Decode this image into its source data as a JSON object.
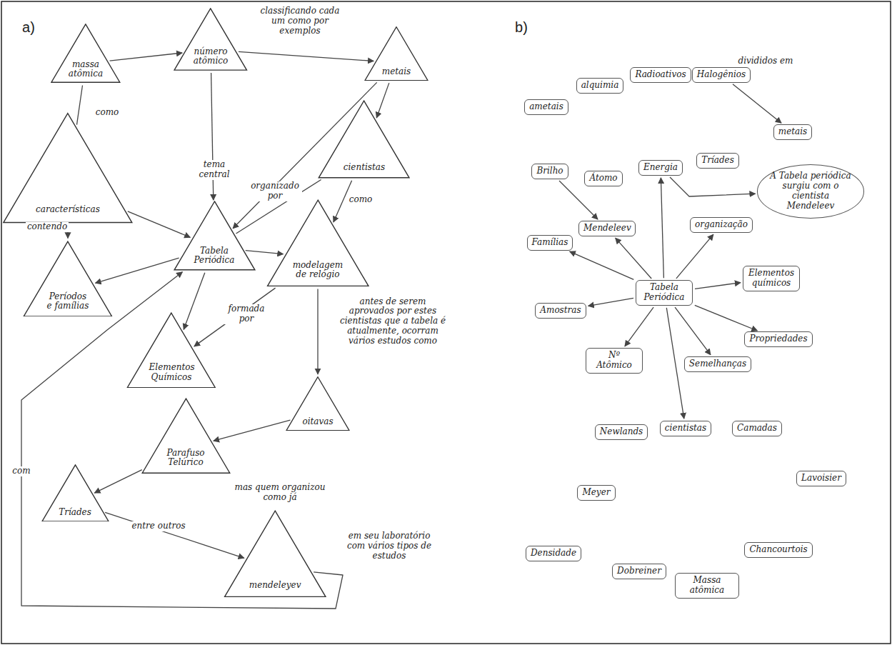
{
  "diagram": {
    "nodes": [
      {
        "text": [
          "massa atômica"
        ]
      },
      {
        "text": [
          "número atômico"
        ]
      },
      {
        "text": [
          "metais"
        ]
      },
      {
        "text": [
          "características"
        ]
      },
      {
        "text": [
          "cientistas"
        ]
      },
      {
        "text": [
          "Tabela Periódica"
        ]
      },
      {
        "text": [
          "Períodos e famílias"
        ]
      },
      {
        "text": [
          "modelagem de relógio"
        ]
      },
      {
        "text": [
          "Elementos Químicos"
        ]
      },
      {
        "text": [
          "Parafuso Telúrico"
        ]
      },
      {
        "text": [
          "oitavas"
        ]
      },
      {
        "text": [
          "Tríades"
        ]
      },
      {
        "text": [
          "mendeleyev"
        ]
      },
      {
        "text": [
          "ametais"
        ]
      },
      {
        "text": [
          "alquimia"
        ]
      },
      {
        "text": [
          "Radioativos"
        ]
      },
      {
        "text": [
          "Halogênios"
        ]
      },
      {
        "text": [
          "metais"
        ]
      },
      {
        "text": [
          "Brilho"
        ]
      },
      {
        "text": [
          "Átomo"
        ]
      },
      {
        "text": [
          "Energia"
        ]
      },
      {
        "text": [
          "Tríades"
        ]
      },
      {
        "text": [
          "A Tabela periódica surgiu com o cientista Mendeleev"
        ]
      },
      {
        "text": [
          "Famílias"
        ]
      },
      {
        "text": [
          "Mendeleev"
        ]
      },
      {
        "text": [
          "organização"
        ]
      },
      {
        "text": [
          "Elementos químicos"
        ]
      },
      {
        "text": [
          "Amostras"
        ]
      },
      {
        "text": [
          "Tabela Periódica"
        ]
      },
      {
        "text": [
          "Propriedades"
        ]
      },
      {
        "text": [
          "Nº Atômico"
        ]
      },
      {
        "text": [
          "Semelhanças"
        ]
      },
      {
        "text": [
          "Newlands"
        ]
      },
      {
        "text": [
          "cientistas"
        ]
      },
      {
        "text": [
          "Camadas"
        ]
      },
      {
        "text": [
          "Lavoisier"
        ]
      },
      {
        "text": [
          "Meyer"
        ]
      },
      {
        "text": [
          "Densidade"
        ]
      },
      {
        "text": [
          "Dobreiner"
        ]
      },
      {
        "text": [
          "Massa atômica"
        ]
      },
      {
        "text": [
          "Chancourtois"
        ]
      }
    ],
    "edges": [
      {
        "from": 0,
        "to": 1,
        "arrow": "to"
      },
      {
        "from": 1,
        "to": 2,
        "label": "classificando cada um como por exemplos",
        "arrow": "to"
      },
      {
        "from": 1,
        "to": 5,
        "label": "tema central",
        "arrow": "to"
      },
      {
        "from": 2,
        "to": 5,
        "arrow": "to"
      },
      {
        "from": 3,
        "to": 0,
        "label": "como",
        "arrow": "none"
      },
      {
        "from": 3,
        "to": 5,
        "arrow": "to"
      },
      {
        "from": 3,
        "to": 6,
        "label": "contendo",
        "arrow": "to"
      },
      {
        "from": 5,
        "to": 4,
        "label": "organizado por",
        "arrow": "none"
      },
      {
        "from": 4,
        "to": 7,
        "label": "como",
        "arrow": "to"
      },
      {
        "from": 5,
        "to": 7,
        "arrow": "to"
      },
      {
        "from": 5,
        "to": 8,
        "arrow": "to"
      },
      {
        "from": 5,
        "to": 6,
        "arrow": "to"
      },
      {
        "from": 7,
        "to": 8,
        "label": "formada por",
        "arrow": "to"
      },
      {
        "from": 7,
        "to": 10,
        "label": "antes de serem aprovados por estes cientistas que a tabela é atualmente, ocorram vários estudos como",
        "arrow": "to"
      },
      {
        "from": 10,
        "to": 9,
        "arrow": "to"
      },
      {
        "from": 9,
        "to": 11,
        "arrow": "to"
      },
      {
        "from": 11,
        "to": 12,
        "label": "entre outros",
        "arrow": "to"
      },
      {
        "from": 12,
        "to": 5,
        "label": "com",
        "arrow": "to"
      },
      {
        "from": 2,
        "to": 4,
        "arrow": "to"
      },
      {
        "from": 16,
        "to": 17,
        "label": "divididos em",
        "arrow": "to"
      },
      {
        "from": 28,
        "to": 24,
        "arrow": "to"
      },
      {
        "from": 28,
        "to": 25,
        "arrow": "to"
      },
      {
        "from": 28,
        "to": 20,
        "arrow": "to"
      },
      {
        "from": 28,
        "to": 26,
        "arrow": "to"
      },
      {
        "from": 28,
        "to": 29,
        "arrow": "to"
      },
      {
        "from": 28,
        "to": 31,
        "arrow": "to"
      },
      {
        "from": 28,
        "to": 30,
        "arrow": "to"
      },
      {
        "from": 28,
        "to": 27,
        "arrow": "to"
      },
      {
        "from": 28,
        "to": 23,
        "arrow": "to"
      },
      {
        "from": 28,
        "to": 33,
        "arrow": "to"
      },
      {
        "from": 20,
        "to": 22,
        "arrow": "to"
      },
      {
        "from": 18,
        "to": 24,
        "arrow": "to"
      }
    ],
    "labels": [
      "a)",
      "b)",
      "mas quem organizou como já",
      "em seu laboratório com vários tipos de estudos"
    ]
  }
}
